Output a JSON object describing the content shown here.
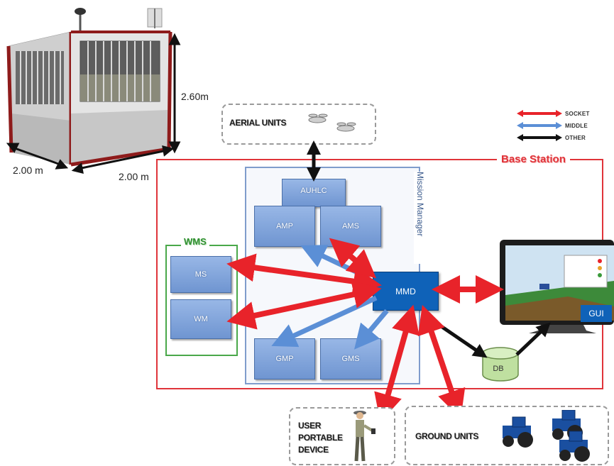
{
  "cabin": {
    "dim_height": "2.60m",
    "dim_depth": "2.00 m",
    "dim_width": "2.00 m"
  },
  "external": {
    "aerial_units": "AERIAL UNITS",
    "user_device_line1": "USER",
    "user_device_line2": "PORTABLE",
    "user_device_line3": "DEVICE",
    "ground_units": "GROUND UNITS"
  },
  "legend": {
    "items": [
      {
        "label": "SOCKET",
        "color": "#e8232a"
      },
      {
        "label": "MIDDLE",
        "color": "#5b8fd6"
      },
      {
        "label": "OTHER",
        "color": "#111111"
      }
    ]
  },
  "base_station": {
    "title": "Base Station",
    "mission_manager": "Mission Manager",
    "wms_title": "WMS",
    "modules": {
      "auhlc": "AUHLC",
      "amp": "AMP",
      "ams": "AMS",
      "mmd": "MMD",
      "gmp": "GMP",
      "gms": "GMS",
      "ms": "MS",
      "wm": "WM",
      "db": "DB",
      "gui": "GUI"
    }
  },
  "colors": {
    "socket": "#e8232a",
    "middle": "#5b8fd6",
    "other": "#111111",
    "base_station": "#e0343a",
    "wms": "#4aa84a",
    "mmd": "#0f62b8"
  }
}
